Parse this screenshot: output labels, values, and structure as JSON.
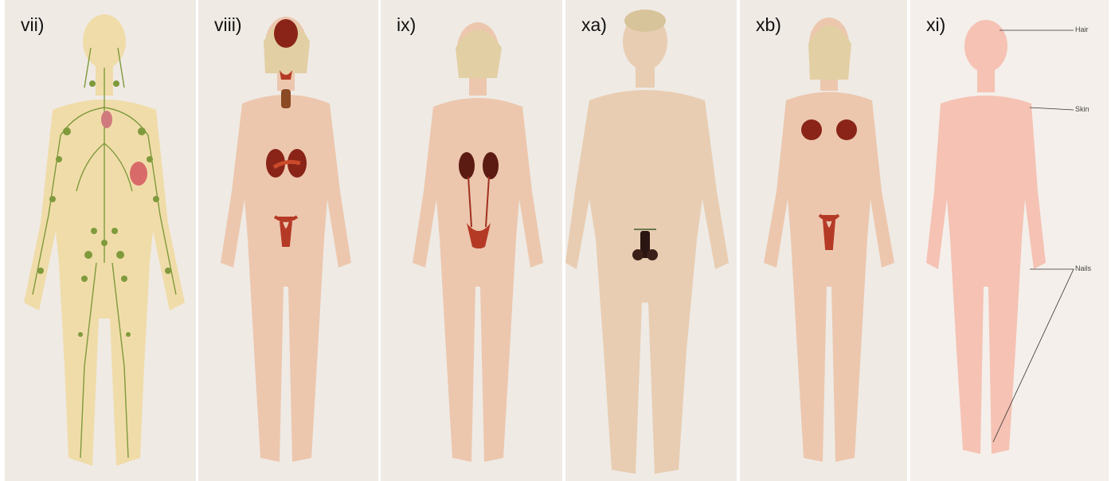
{
  "panels": [
    {
      "label": "vii)",
      "system": "lymphatic"
    },
    {
      "label": "viii)",
      "system": "endocrine"
    },
    {
      "label": "ix)",
      "system": "urinary"
    },
    {
      "label": "xa)",
      "system": "male reproductive"
    },
    {
      "label": "xb)",
      "system": "female reproductive"
    },
    {
      "label": "xi)",
      "system": "integumentary"
    }
  ],
  "annotations": {
    "hair": "Hair",
    "skin": "Skin",
    "nails": "Nails"
  },
  "colors": {
    "background": "#efeae4",
    "skin": "#ecc7ae",
    "lymph_body": "#f0dca9",
    "lymph_node": "#7f9a3c",
    "organ": "#8a2418",
    "organ_light": "#b53a26",
    "integumentary_body": "#f5c2b4",
    "hair": "#e2c48a"
  }
}
